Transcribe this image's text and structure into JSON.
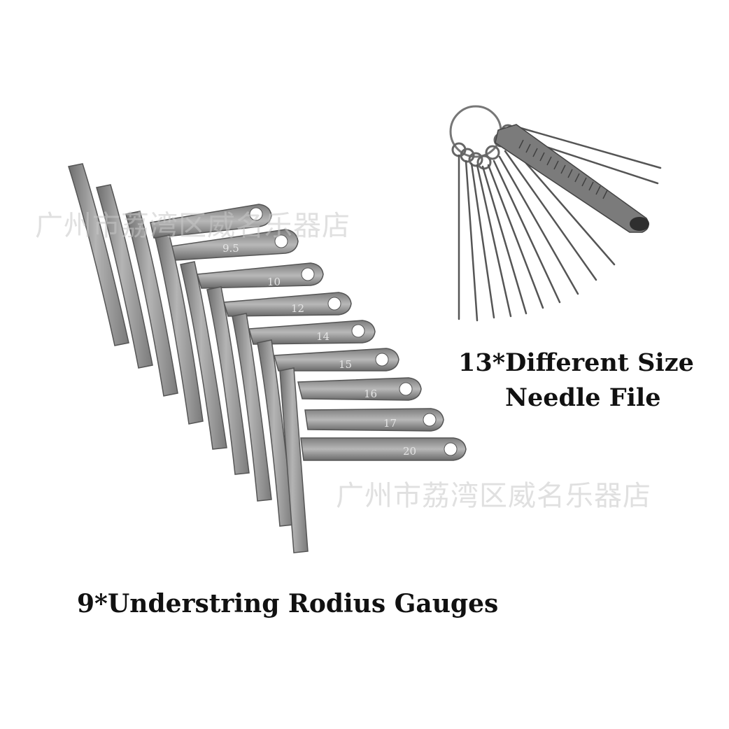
{
  "watermark": {
    "text": "广州市荔湾区威名乐器店"
  },
  "needle_files": {
    "caption_line1": "13*Different Size",
    "caption_line2": "Needle File"
  },
  "gauges": {
    "caption": "9*Understring Rodius Gauges",
    "labels": [
      "9.5",
      "10",
      "12",
      "14",
      "15",
      "16",
      "17",
      "20"
    ]
  },
  "colors": {
    "steel": "#8f8f8f",
    "steel_dark": "#5d5d5d",
    "steel_light": "#bdbdbd",
    "text": "#111111"
  }
}
